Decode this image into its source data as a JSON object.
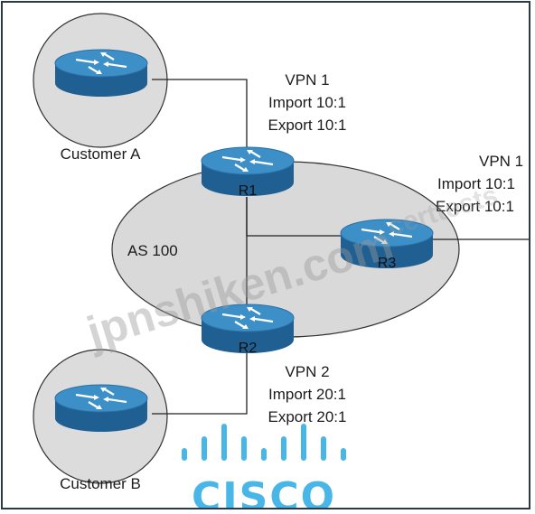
{
  "diagram": {
    "as_label": "AS 100",
    "customers": {
      "a": "Customer A",
      "b": "Customer B"
    },
    "routers": {
      "r1": "R1",
      "r2": "R2",
      "r3": "R3"
    },
    "vpn_r1": {
      "title": "VPN 1",
      "import": "Import 10:1",
      "export": "Export 10:1"
    },
    "vpn_r3": {
      "title": "VPN 1",
      "import": "Import 10:1",
      "export": "Export 10:1"
    },
    "vpn_r2": {
      "title": "VPN 2",
      "import": "Import 20:1",
      "export": "Export 20:1"
    }
  },
  "watermark": {
    "main": "jpnshiken.com",
    "secondary": "certtests"
  },
  "logo": {
    "word": "CISCO",
    "color": "#49b6e8"
  },
  "colors": {
    "router_top": "#3d8fc8",
    "router_side": "#1f5f92",
    "cloud_fill": "#d9d9d9",
    "cloud_stroke": "#333333"
  }
}
